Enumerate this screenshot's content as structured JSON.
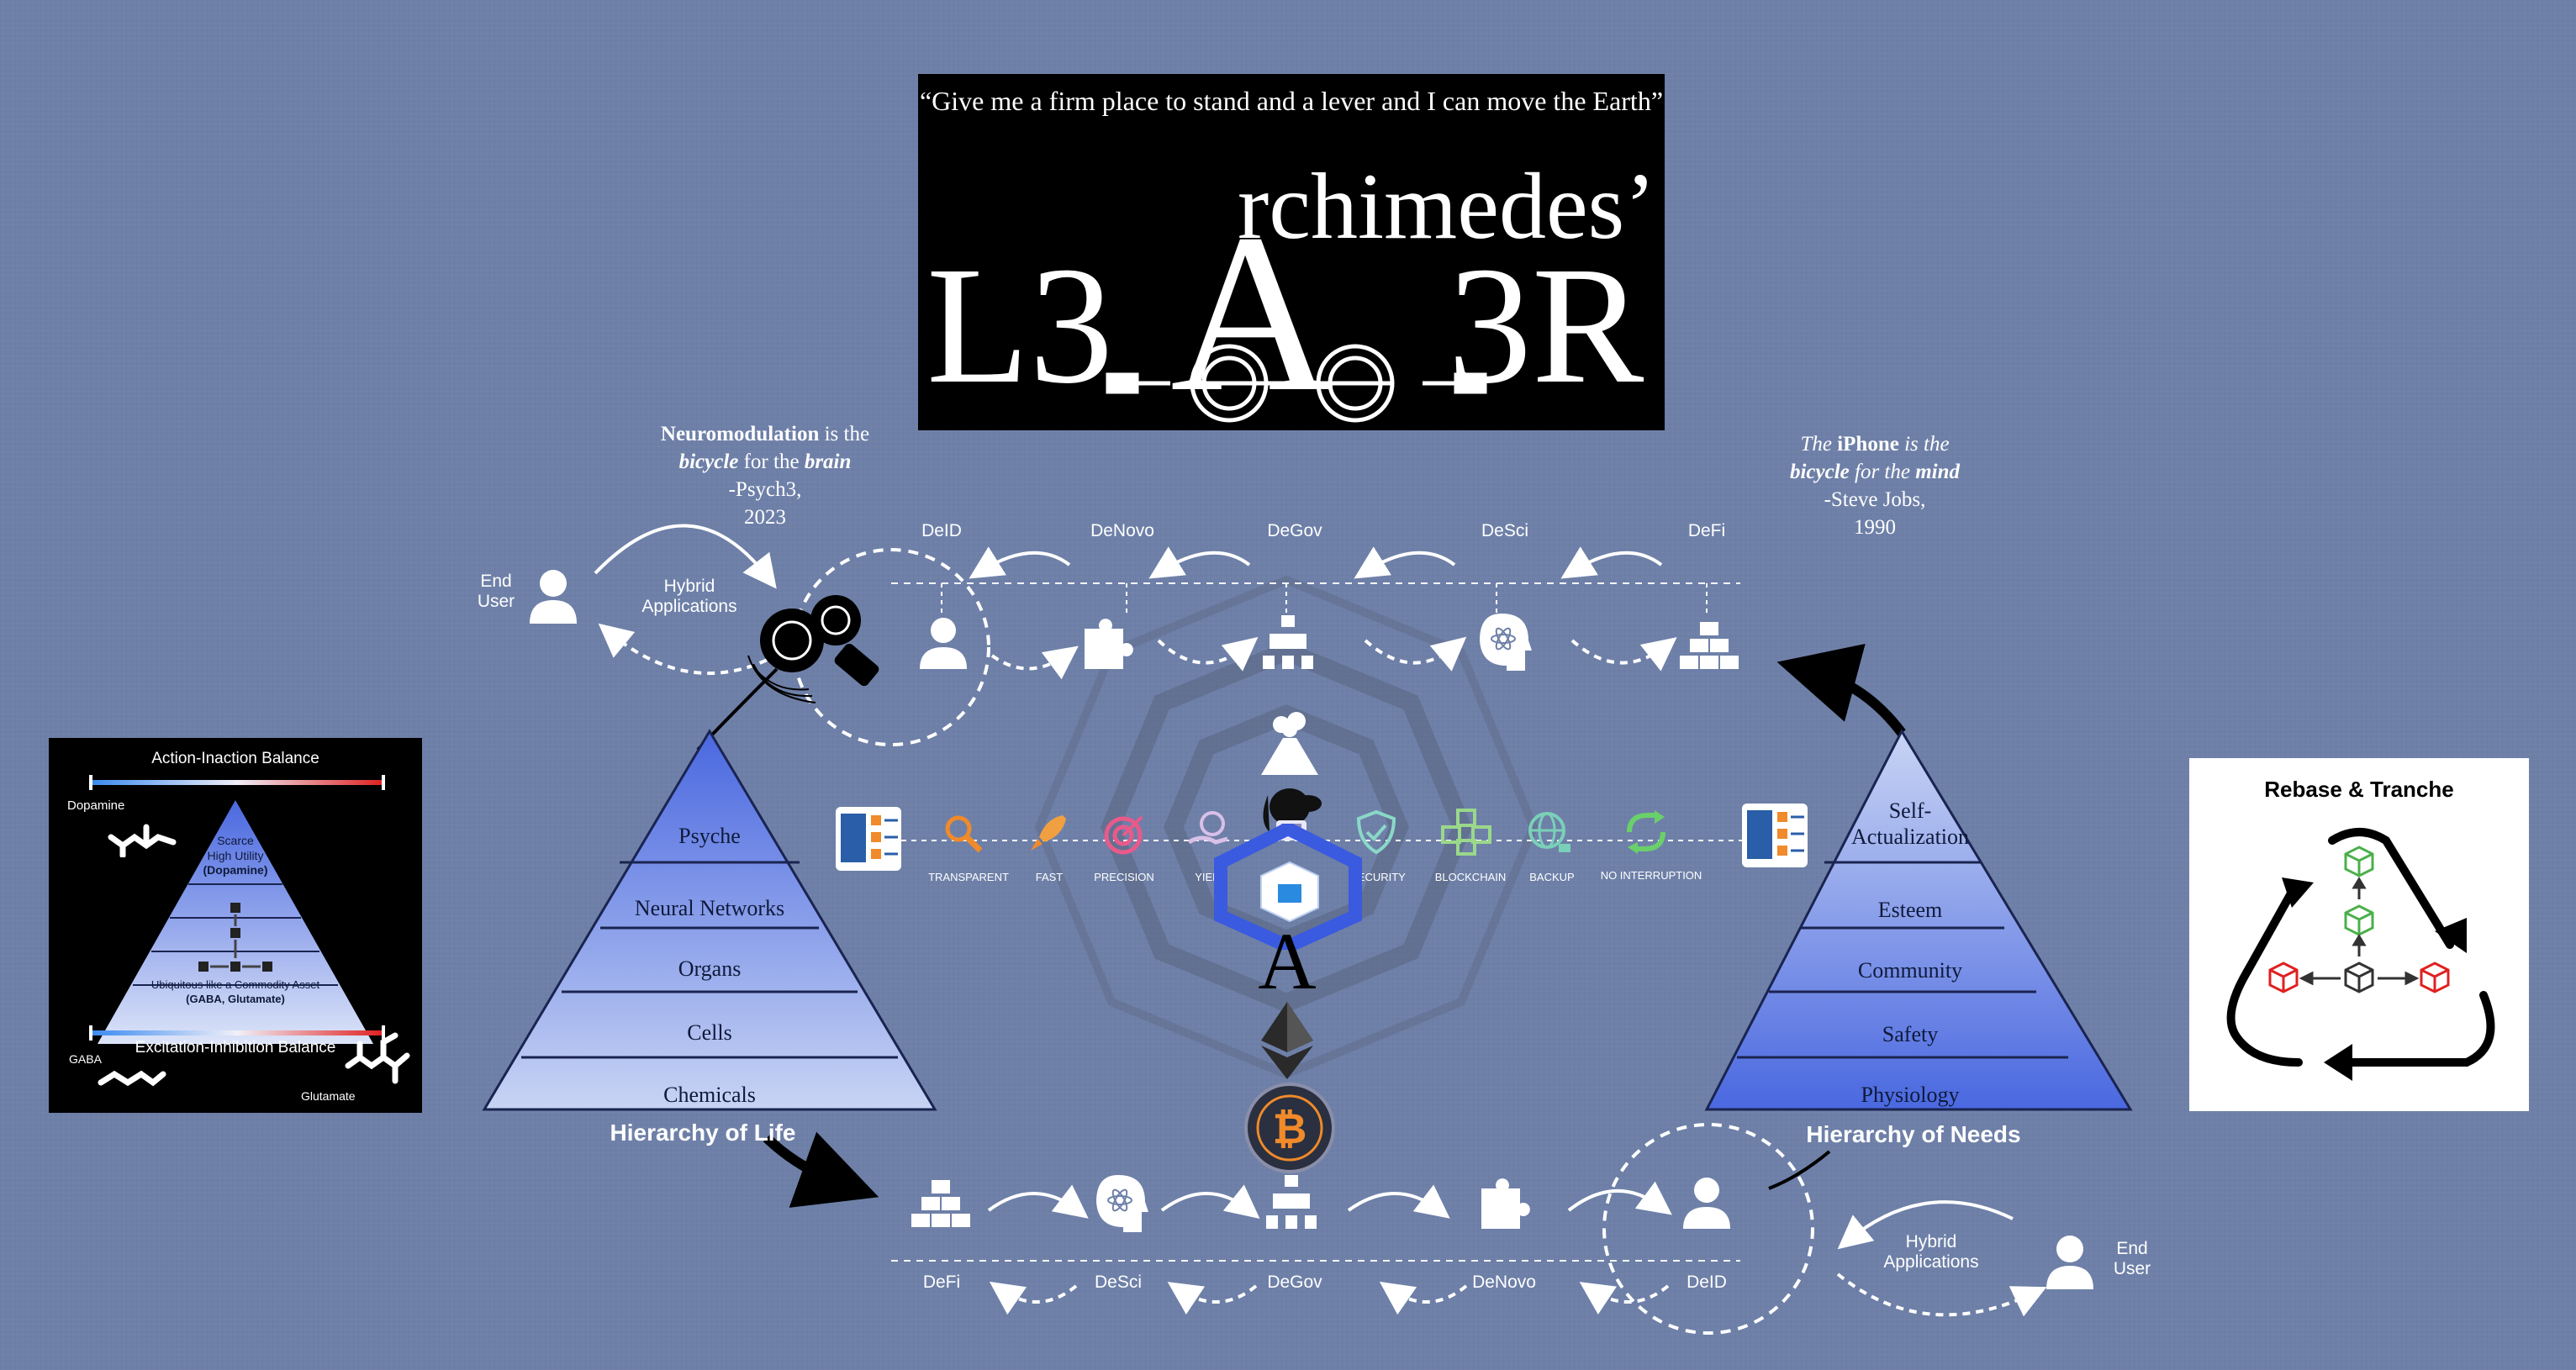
{
  "title": {
    "quote": "“Give me a firm place to stand and a lever and I can move the Earth”",
    "archimedes": "rchimedes’",
    "big_a": "A",
    "left": "L3",
    "right": "3R"
  },
  "quote_left": {
    "line1_bold": "Neuromodulation",
    "line1_rest": " is the",
    "line2_italic": "bicycle",
    "line2_mid": " for the ",
    "line2_bold_italic": "brain",
    "attribution": "-Psych3,",
    "year": "2023"
  },
  "quote_right": {
    "line1_pre": "The ",
    "line1_bold": "iPhone",
    "line1_post": " is the",
    "line2_bold": "bicycle",
    "line2_mid": " for the ",
    "line2_bold2": "mind",
    "attribution": "-Steve Jobs,",
    "year": "1990"
  },
  "top_flow": {
    "end_user": "End\nUser",
    "hybrid": "Hybrid\nApplications",
    "nodes": [
      "DeID",
      "DeNovo",
      "DeGov",
      "DeSci",
      "DeFi"
    ]
  },
  "bottom_flow": {
    "end_user": "End\nUser",
    "hybrid": "Hybrid\nApplications",
    "nodes": [
      "DeFi",
      "DeSci",
      "DeGov",
      "DeNovo",
      "DeID"
    ]
  },
  "features": [
    "TRANSPARENT",
    "FAST",
    "PRECISION",
    "YIELD",
    "SECURITY",
    "BLOCKCHAIN",
    "BACKUP",
    "NO INTERRUPTION"
  ],
  "life_pyramid": {
    "levels": [
      "Psyche",
      "Neural Networks",
      "Organs",
      "Cells",
      "Chemicals"
    ],
    "caption": "Hierarchy of Life"
  },
  "needs_pyramid": {
    "levels": [
      "Self-\nActualization",
      "Esteem",
      "Community",
      "Safety",
      "Physiology"
    ],
    "caption": "Hierarchy of Needs"
  },
  "balance_panel": {
    "top_title": "Action-Inaction Balance",
    "bottom_title": "Excitation-Inhibition Balance",
    "dopamine": "Dopamine",
    "gaba": "GABA",
    "glutamate": "Glutamate",
    "scarce_line1": "Scarce",
    "scarce_line2": "High Utility",
    "scarce_line3": "(Dopamine)",
    "ubiq_line1": "Ubiquitous like a Commodity Asset",
    "ubiq_line2": "(GABA, Glutamate)"
  },
  "rebase": {
    "title": "Rebase & Tranche"
  },
  "colors": {
    "background": "#6e80a8",
    "pyramid_top": "#4a68e0",
    "pyramid_bottom": "#c8d4f4",
    "feature_orange": "#f08a2a",
    "feature_pink": "#e85a8a",
    "feature_green": "#7ad07a",
    "hexagon": "#3a5ae0",
    "bitcoin": "#f08a2a"
  }
}
